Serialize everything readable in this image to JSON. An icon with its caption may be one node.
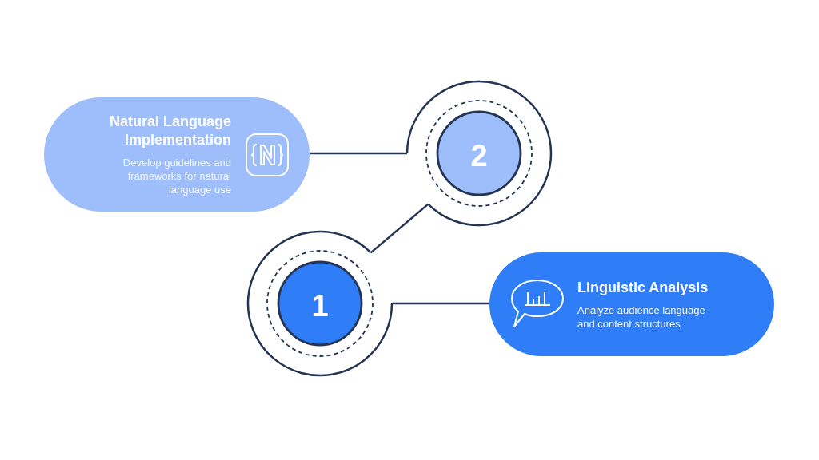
{
  "diagram": {
    "nodes": [
      {
        "text": [
          "Natural Language Implementation",
          "Develop guidelines and frameworks for natural language use"
        ]
      },
      {
        "text": [
          "2"
        ]
      },
      {
        "text": [
          "1"
        ]
      },
      {
        "text": [
          "Linguistic Analysis",
          "Analyze audience language and content structures"
        ]
      }
    ],
    "edges": [
      {
        "from": 0,
        "to": 1,
        "arrow": "none"
      },
      {
        "from": 1,
        "to": 2,
        "arrow": "none"
      },
      {
        "from": 2,
        "to": 3,
        "arrow": "none"
      }
    ]
  }
}
